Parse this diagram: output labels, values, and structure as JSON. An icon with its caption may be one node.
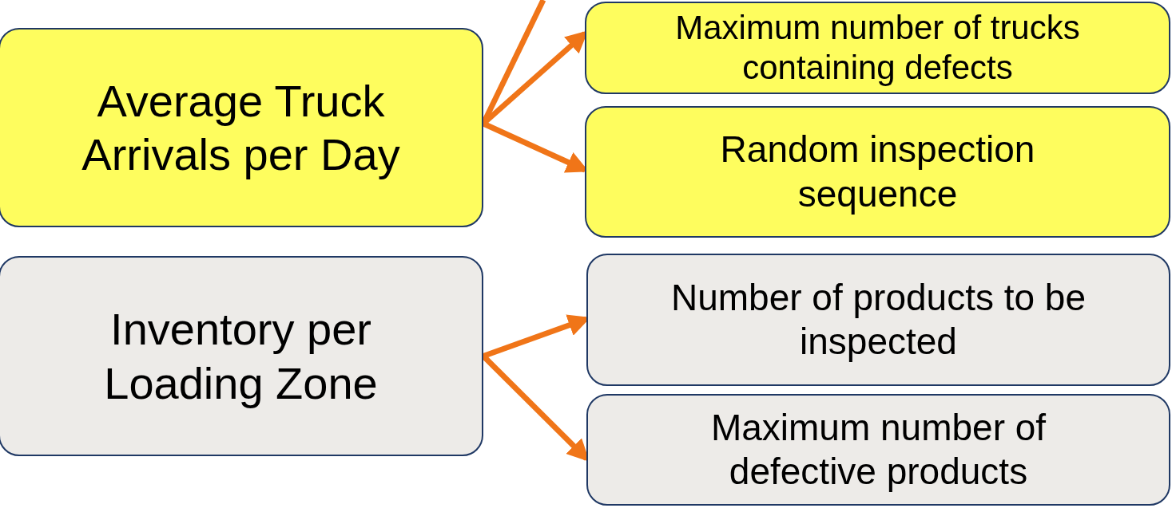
{
  "diagram": {
    "nodes": [
      {
        "text": [
          "Average Truck Arrivals per Day"
        ]
      },
      {
        "text": [
          "Inventory per Loading Zone"
        ]
      },
      {
        "text": [
          "Maximum number of trucks containing defects"
        ]
      },
      {
        "text": [
          "Random inspection sequence"
        ]
      },
      {
        "text": [
          "Number of products to be inspected"
        ]
      },
      {
        "text": [
          "Maximum number of defective products"
        ]
      }
    ],
    "edges": [
      {
        "from": 0,
        "to": null,
        "arrow": "none"
      },
      {
        "from": 0,
        "to": 2,
        "arrow": "to"
      },
      {
        "from": 0,
        "to": 3,
        "arrow": "to"
      },
      {
        "from": 1,
        "to": 4,
        "arrow": "to"
      },
      {
        "from": 1,
        "to": 5,
        "arrow": "to"
      }
    ]
  }
}
